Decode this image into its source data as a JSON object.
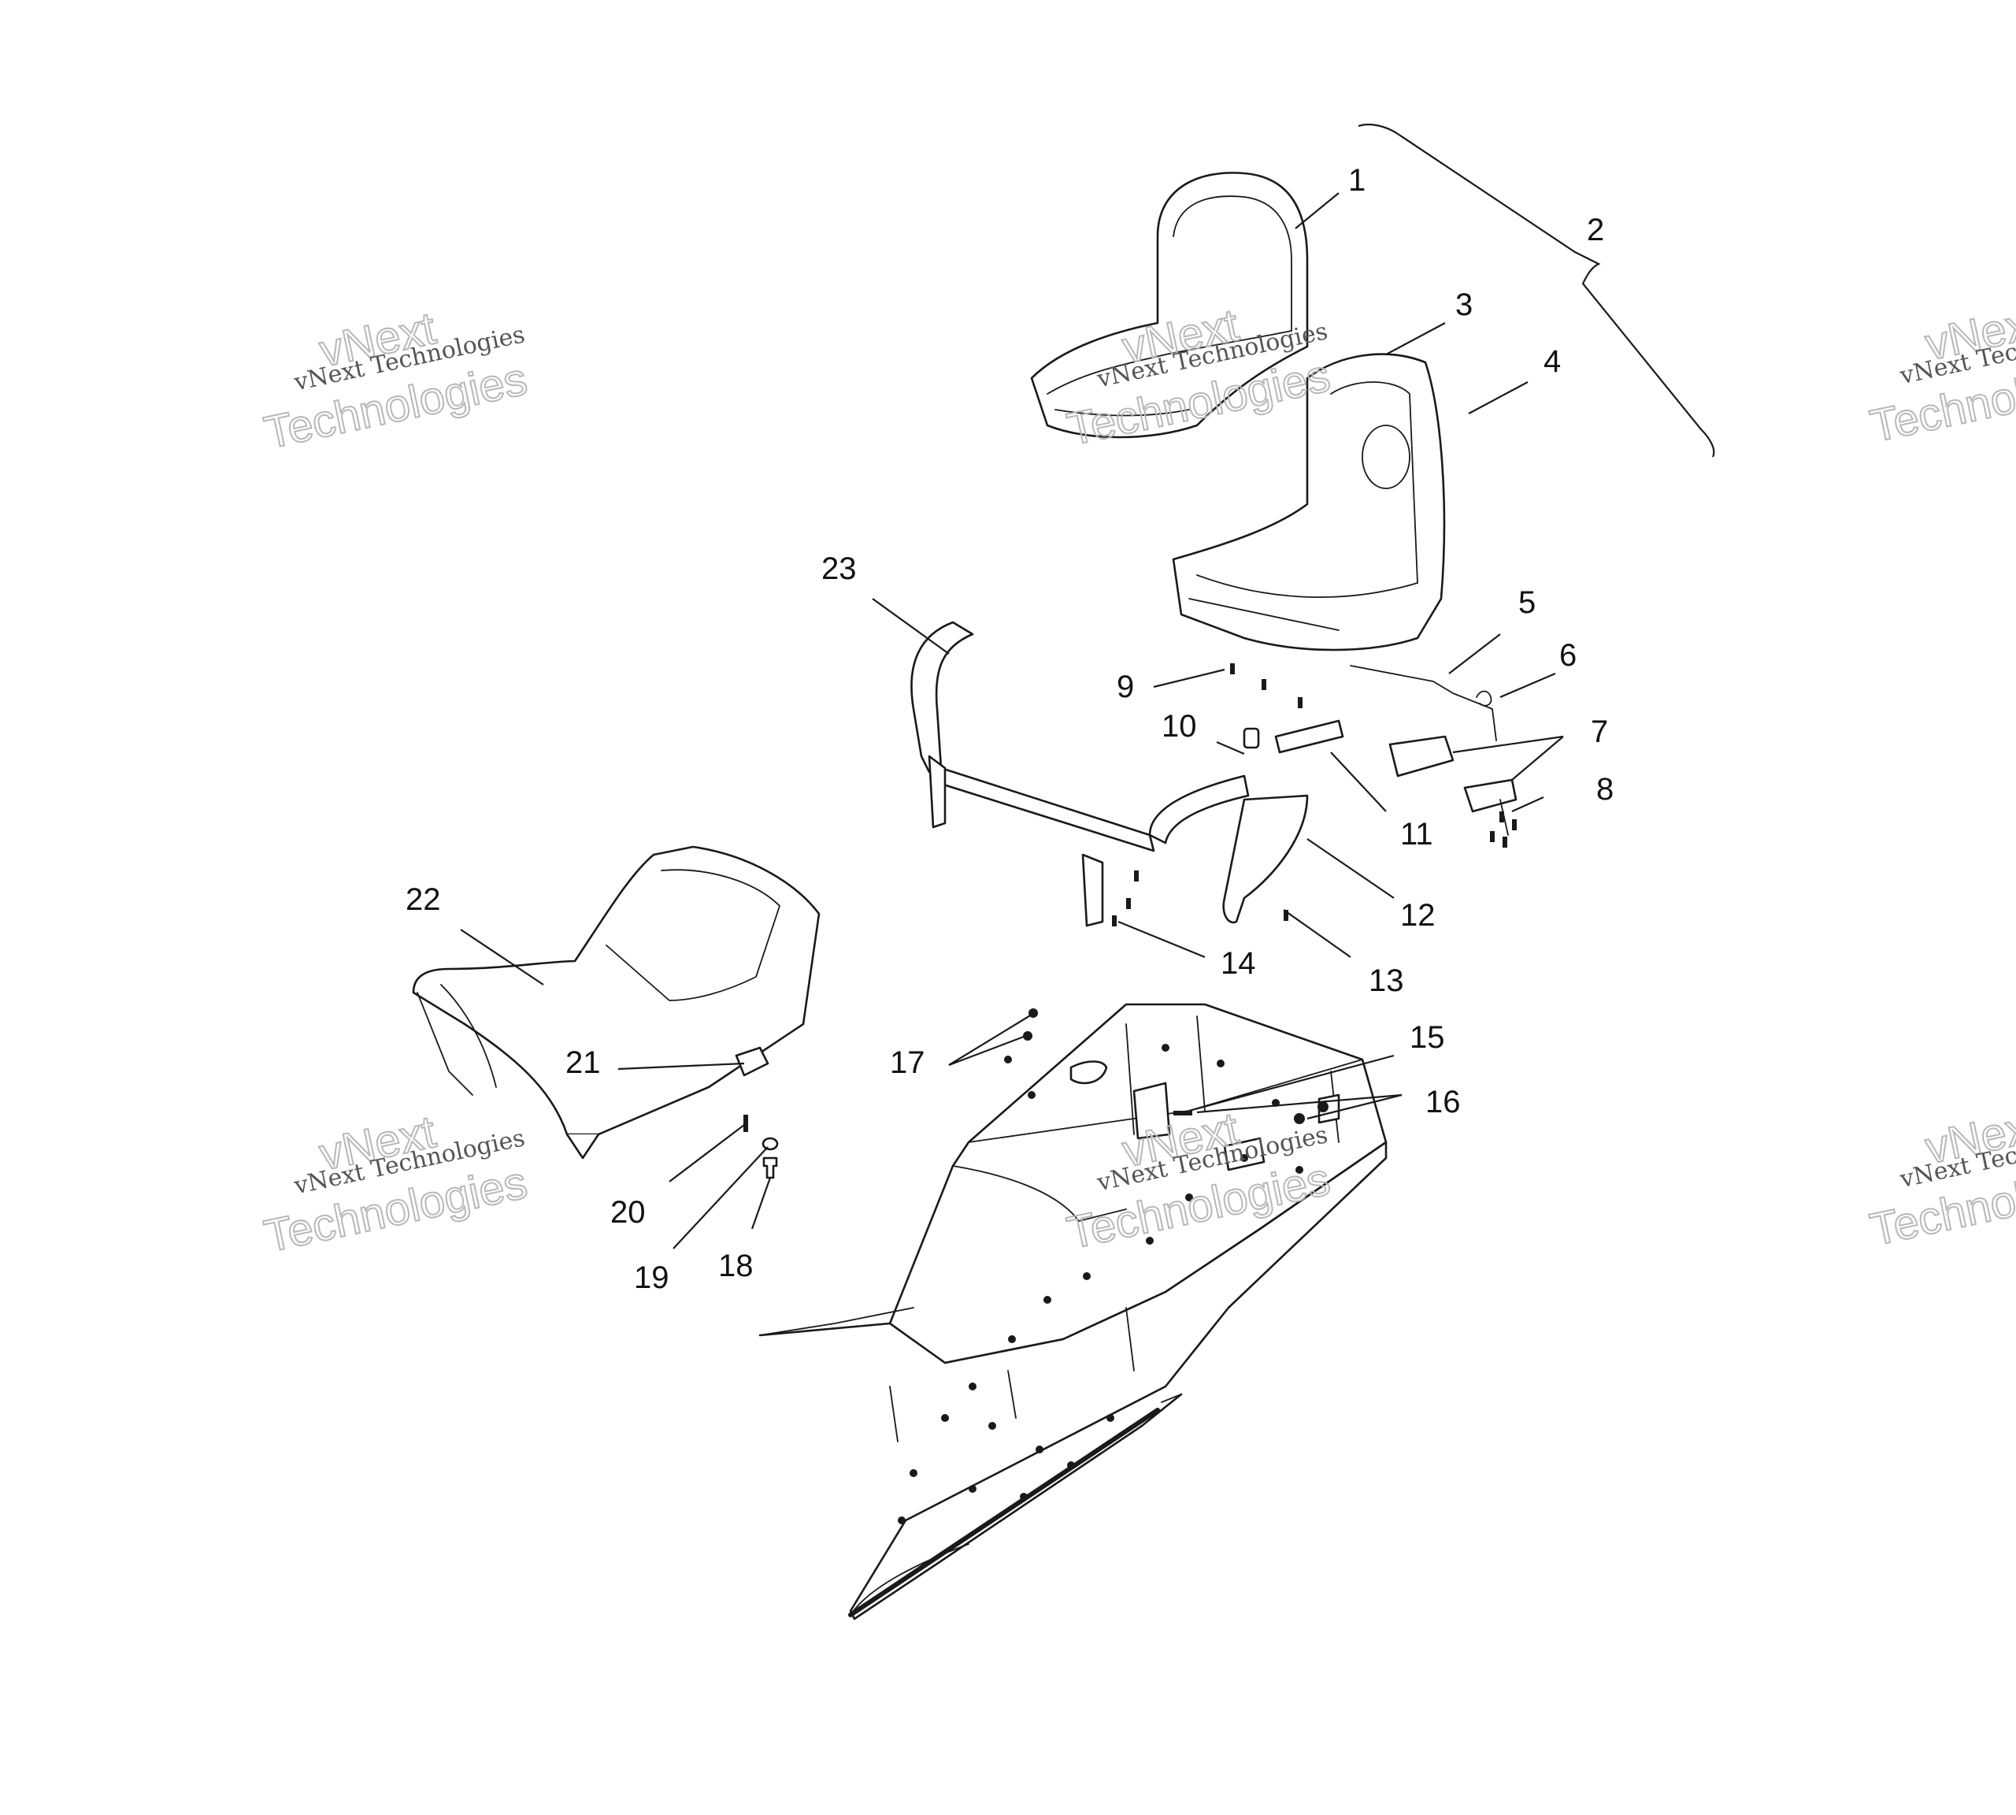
{
  "watermark": {
    "line1": "vNext",
    "line2": "vNext Technologies",
    "line3": "Technologies"
  },
  "callouts": [
    "1",
    "2",
    "3",
    "4",
    "5",
    "6",
    "7",
    "8",
    "9",
    "10",
    "11",
    "12",
    "13",
    "14",
    "15",
    "16",
    "17",
    "18",
    "19",
    "20",
    "21",
    "22",
    "23"
  ],
  "colors": {
    "ink": "#1a1a1a",
    "watermark": "#b8b8b8",
    "background": "#ffffff"
  }
}
